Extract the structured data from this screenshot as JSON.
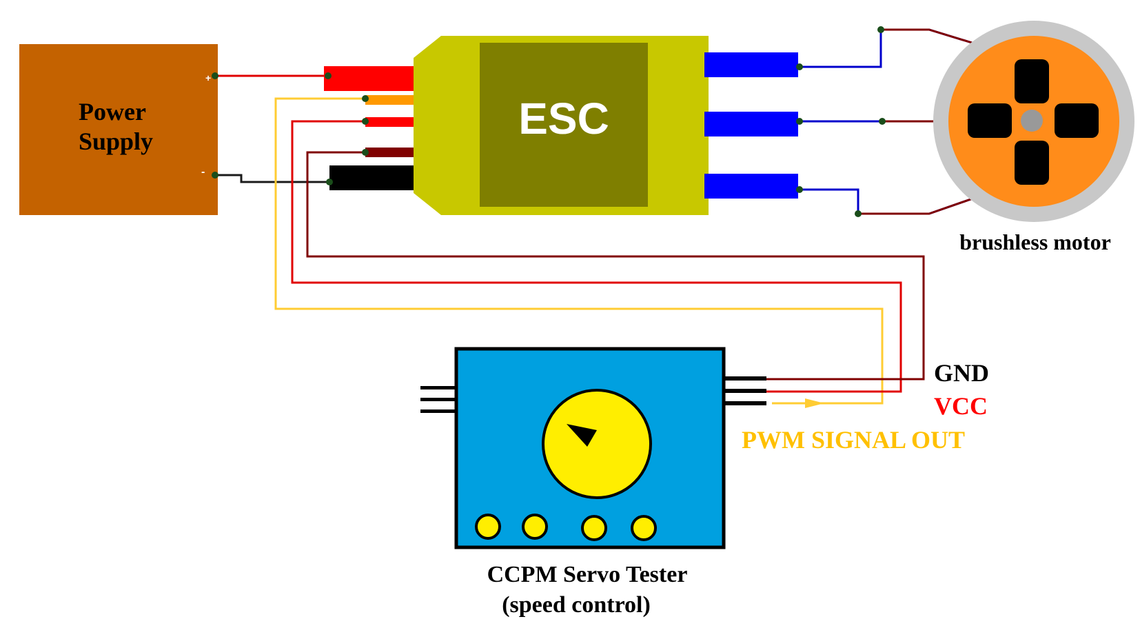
{
  "power_supply": {
    "label_line1": "Power",
    "label_line2": "Supply",
    "plus_sign": "+",
    "minus_sign": "-"
  },
  "esc": {
    "label": "ESC"
  },
  "motor": {
    "label": "brushless motor"
  },
  "servo_tester": {
    "label_line1": "CCPM Servo Tester",
    "label_line2": "(speed control)"
  },
  "signals": {
    "gnd": "GND",
    "vcc": "VCC",
    "pwm": "PWM SIGNAL OUT"
  },
  "colors": {
    "power_supply": "#c46200",
    "esc_body": "#c8c800",
    "esc_chip": "#7f7f00",
    "motor_ring": "#c8c8c8",
    "motor_body": "#ff8c1a",
    "servo_body": "#00a0e0",
    "knob": "#ffee00",
    "wire_red": "#e00000",
    "wire_black": "#000000",
    "wire_dark_red": "#800000",
    "wire_orange": "#ff9900",
    "wire_yellow": "#ffcc33",
    "wire_blue": "#0000cc",
    "vcc_text": "#ff0000",
    "pwm_text": "#ffc000"
  }
}
